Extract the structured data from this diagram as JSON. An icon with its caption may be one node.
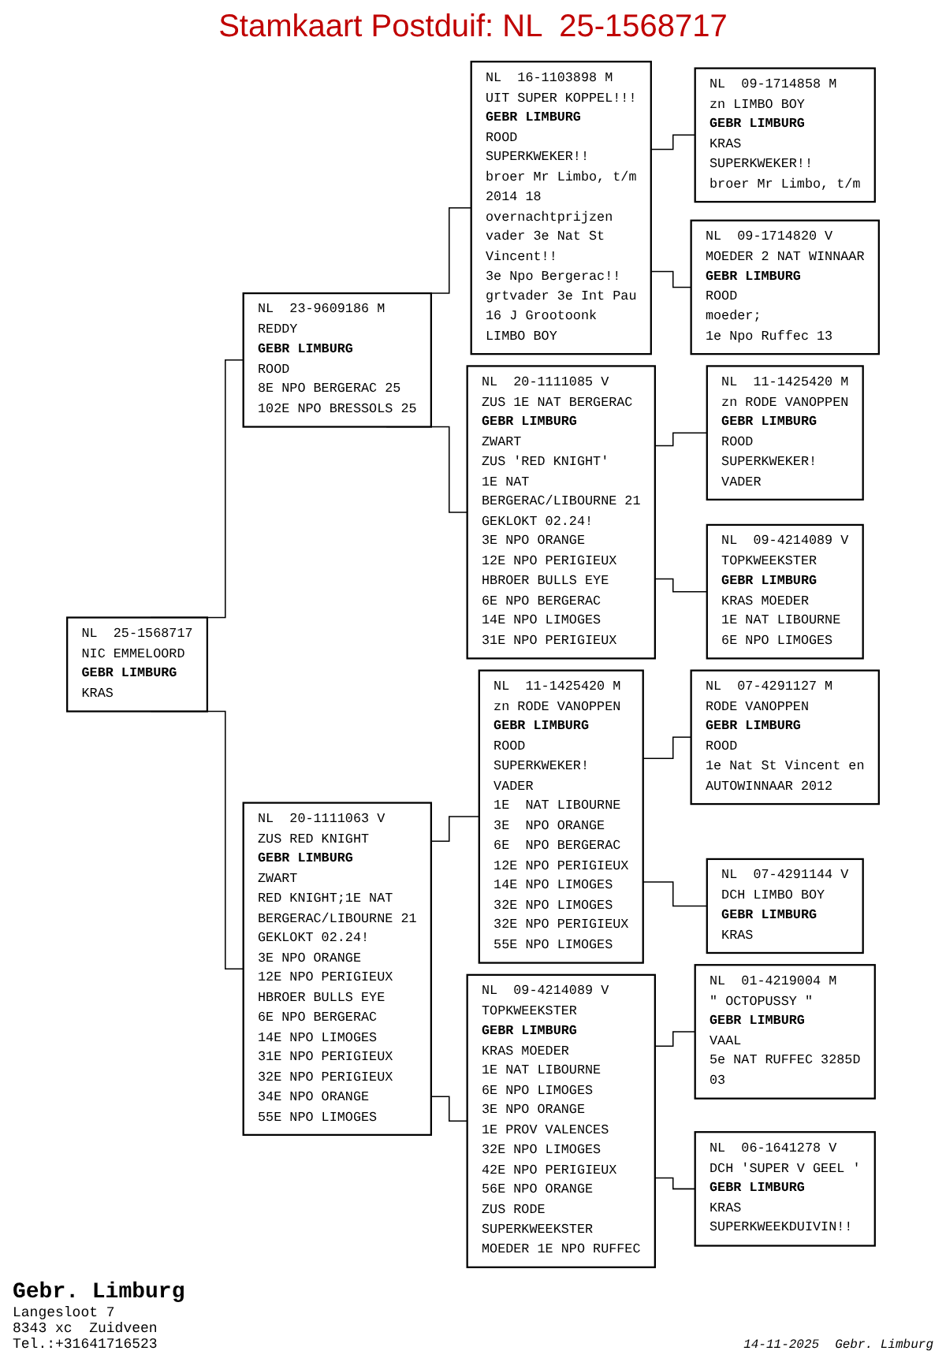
{
  "diagram": {
    "title": "Stamkaart Postduif: NL  25-1568717",
    "nodes": [
      {
        "text": [
          "NL  25-1568717",
          "NIC EMMELOORD",
          "GEBR LIMBURG",
          "KRAS"
        ]
      },
      {
        "text": [
          "NL  23-9609186 M",
          "REDDY",
          "GEBR LIMBURG",
          "ROOD",
          "8E NPO BERGERAC 25",
          "102E NPO BRESSOLS 25"
        ]
      },
      {
        "text": [
          "NL  16-1103898 M",
          "UIT SUPER KOPPEL!!!",
          "GEBR LIMBURG",
          "ROOD",
          "SUPERKWEKER!!",
          "broer Mr Limbo, t/m",
          "2014 18",
          "overnachtprijzen",
          "vader 3e Nat St",
          "Vincent!!",
          "3e Npo Bergerac!!",
          "grtvader 3e Int Pau",
          "16 J Grootoonk",
          "LIMBO BOY"
        ]
      },
      {
        "text": [
          "NL  09-1714858 M",
          "zn LIMBO BOY",
          "GEBR LIMBURG",
          "KRAS",
          "SUPERKWEKER!!",
          "broer Mr Limbo, t/m"
        ]
      },
      {
        "text": [
          "NL  09-1714820 V",
          "MOEDER 2 NAT WINNAAR",
          "GEBR LIMBURG",
          "ROOD",
          "moeder;",
          "1e Npo Ruffec 13"
        ]
      },
      {
        "text": [
          "NL  20-1111085 V",
          "ZUS 1E NAT BERGERAC",
          "GEBR LIMBURG",
          "ZWART",
          "ZUS 'RED KNIGHT'",
          "1E NAT",
          "BERGERAC/LIBOURNE 21",
          "GEKLOKT 02.24!",
          "3E NPO ORANGE",
          "12E NPO PERIGIEUX",
          "HBROER BULLS EYE",
          "6E NPO BERGERAC",
          "14E NPO LIMOGES",
          "31E NPO PERIGIEUX"
        ]
      },
      {
        "text": [
          "NL  11-1425420 M",
          "zn RODE VANOPPEN",
          "GEBR LIMBURG",
          "ROOD",
          "SUPERKWEKER!",
          "VADER"
        ]
      },
      {
        "text": [
          "NL  09-4214089 V",
          "TOPKWEEKSTER",
          "GEBR LIMBURG",
          "KRAS MOEDER",
          "1E NAT LIBOURNE",
          "6E NPO LIMOGES"
        ]
      },
      {
        "text": [
          "NL  20-1111063 V",
          "ZUS RED KNIGHT",
          "GEBR LIMBURG",
          "ZWART",
          "RED KNIGHT;1E NAT",
          "BERGERAC/LIBOURNE 21",
          "GEKLOKT 02.24!",
          "3E NPO ORANGE",
          "12E NPO PERIGIEUX",
          "HBROER BULLS EYE",
          "6E NPO BERGERAC",
          "14E NPO LIMOGES",
          "31E NPO PERIGIEUX",
          "32E NPO PERIGIEUX",
          "34E NPO ORANGE",
          "55E NPO LIMOGES"
        ]
      },
      {
        "text": [
          "NL  11-1425420 M",
          "zn RODE VANOPPEN",
          "GEBR LIMBURG",
          "ROOD",
          "SUPERKWEKER!",
          "VADER",
          "1E  NAT LIBOURNE",
          "3E  NPO ORANGE",
          "6E  NPO BERGERAC",
          "12E NPO PERIGIEUX",
          "14E NPO LIMOGES",
          "32E NPO LIMOGES",
          "32E NPO PERIGIEUX",
          "55E NPO LIMOGES"
        ]
      },
      {
        "text": [
          "NL  07-4291127 M",
          "RODE VANOPPEN",
          "GEBR LIMBURG",
          "ROOD",
          "1e Nat St Vincent en",
          "AUTOWINNAAR 2012"
        ]
      },
      {
        "text": [
          "NL  07-4291144 V",
          "DCH LIMBO BOY",
          "GEBR LIMBURG",
          "KRAS"
        ]
      },
      {
        "text": [
          "NL  09-4214089 V",
          "TOPKWEEKSTER",
          "GEBR LIMBURG",
          "KRAS MOEDER",
          "1E NAT LIBOURNE",
          "6E NPO LIMOGES",
          "3E NPO ORANGE",
          "1E PROV VALENCES",
          "32E NPO LIMOGES",
          "42E NPO PERIGIEUX",
          "56E NPO ORANGE",
          "ZUS RODE",
          "SUPERKWEEKSTER",
          "MOEDER 1E NPO RUFFEC"
        ]
      },
      {
        "text": [
          "NL  01-4219004 M",
          "\" OCTOPUSSY \"",
          "GEBR LIMBURG",
          "VAAL",
          "5e NAT RUFFEC 3285D",
          "03"
        ]
      },
      {
        "text": [
          "NL  06-1641278 V",
          "DCH 'SUPER V GEEL '",
          "GEBR LIMBURG",
          "KRAS",
          "SUPERKWEEKDUIVIN!!"
        ]
      }
    ],
    "edges": [
      {
        "from": 0,
        "to": 1,
        "arrow": "none"
      },
      {
        "from": 0,
        "to": 8,
        "arrow": "none"
      },
      {
        "from": 1,
        "to": 2,
        "arrow": "none"
      },
      {
        "from": 1,
        "to": 5,
        "arrow": "none"
      },
      {
        "from": 2,
        "to": 3,
        "arrow": "none"
      },
      {
        "from": 2,
        "to": 4,
        "arrow": "none"
      },
      {
        "from": 5,
        "to": 6,
        "arrow": "none"
      },
      {
        "from": 5,
        "to": 7,
        "arrow": "none"
      },
      {
        "from": 8,
        "to": 9,
        "arrow": "none"
      },
      {
        "from": 8,
        "to": 12,
        "arrow": "none"
      },
      {
        "from": 9,
        "to": 10,
        "arrow": "none"
      },
      {
        "from": 9,
        "to": 11,
        "arrow": "none"
      },
      {
        "from": 12,
        "to": 13,
        "arrow": "none"
      },
      {
        "from": 12,
        "to": 14,
        "arrow": "none"
      }
    ],
    "labels": [
      "Gebr. Limburg",
      "Langesloot 7",
      "8343 xc  Zuidveen",
      "Tel.:+31641716523",
      "14-11-2025",
      "Gebr. Limburg"
    ]
  }
}
